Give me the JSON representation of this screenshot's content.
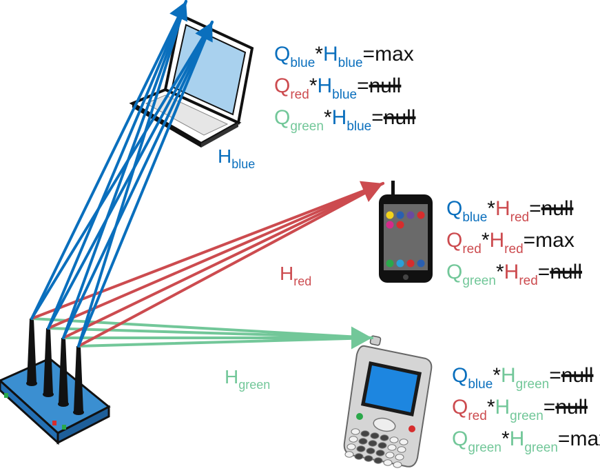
{
  "colors": {
    "blue": "#0a6fbd",
    "red": "#cc4b4f",
    "green": "#72c799",
    "black": "#111111"
  },
  "channel_labels": [
    {
      "main": "H",
      "sub": "blue",
      "color": "blue"
    },
    {
      "main": "H",
      "sub": "red",
      "color": "red"
    },
    {
      "main": "H",
      "sub": "green",
      "color": "green"
    }
  ],
  "equation_groups": [
    {
      "device": "laptop",
      "lines": [
        {
          "q": "Q",
          "q_sub": "blue",
          "q_color": "blue",
          "op": "*",
          "h": "H",
          "h_sub": "blue",
          "h_color": "blue",
          "eq": "=",
          "result": "max",
          "struck": false
        },
        {
          "q": "Q",
          "q_sub": "red",
          "q_color": "red",
          "op": "*",
          "h": "H",
          "h_sub": "blue",
          "h_color": "blue",
          "eq": "=",
          "result": "null",
          "struck": true
        },
        {
          "q": "Q",
          "q_sub": "green",
          "q_color": "green",
          "op": "*",
          "h": "H",
          "h_sub": "blue",
          "h_color": "blue",
          "eq": "=",
          "result": "null",
          "struck": true
        }
      ]
    },
    {
      "device": "smartphone",
      "lines": [
        {
          "q": "Q",
          "q_sub": "blue",
          "q_color": "blue",
          "op": "*",
          "h": "H",
          "h_sub": "red",
          "h_color": "red",
          "eq": "=",
          "result": "null",
          "struck": true
        },
        {
          "q": "Q",
          "q_sub": "red",
          "q_color": "red",
          "op": "*",
          "h": "H",
          "h_sub": "red",
          "h_color": "red",
          "eq": "=",
          "result": "max",
          "struck": false
        },
        {
          "q": "Q",
          "q_sub": "green",
          "q_color": "green",
          "op": "*",
          "h": "H",
          "h_sub": "red",
          "h_color": "red",
          "eq": "=",
          "result": "null",
          "struck": true
        }
      ]
    },
    {
      "device": "pda-phone",
      "lines": [
        {
          "q": "Q",
          "q_sub": "blue",
          "q_color": "blue",
          "op": "*",
          "h": "H",
          "h_sub": "green",
          "h_color": "green",
          "eq": "=",
          "result": "null",
          "struck": true
        },
        {
          "q": "Q",
          "q_sub": "red",
          "q_color": "red",
          "op": "*",
          "h": "H",
          "h_sub": "green",
          "h_color": "green",
          "eq": "=",
          "result": "null",
          "struck": true
        },
        {
          "q": "Q",
          "q_sub": "green",
          "q_color": "green",
          "op": "*",
          "h": "H",
          "h_sub": "green",
          "h_color": "green",
          "eq": "=",
          "result": "max",
          "struck": false
        }
      ]
    }
  ],
  "devices": {
    "router": {
      "icon": "wireless-router-icon",
      "antennas": 4
    },
    "laptop": {
      "icon": "laptop-icon"
    },
    "smartphone": {
      "icon": "smartphone-icon",
      "app_colors": [
        "#f2d31a",
        "#2a5fb0",
        "#6a4aa0",
        "#d62d2d",
        "#d62a8a",
        "#d62d2d",
        "#2aa84a",
        "#2aa0d8",
        "#d62d2d",
        "#2a5fb0"
      ]
    },
    "pda_phone": {
      "icon": "pda-phone-icon"
    }
  }
}
